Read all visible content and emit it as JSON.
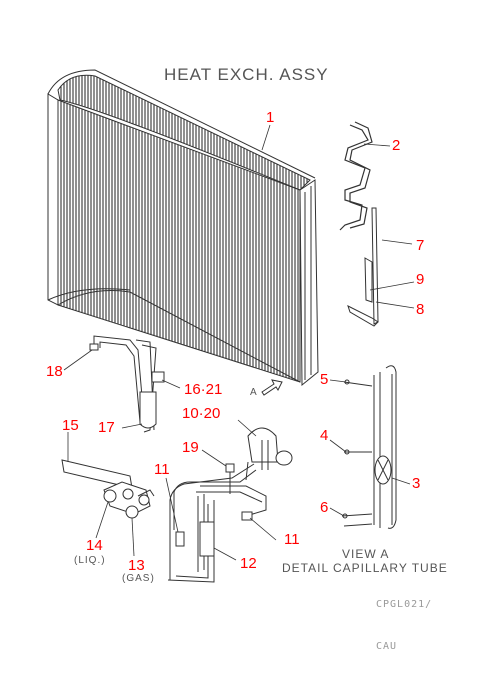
{
  "title": "HEAT EXCH. ASSY",
  "parts": {
    "p1": "1",
    "p2": "2",
    "p3": "3",
    "p4": "4",
    "p5": "5",
    "p6": "6",
    "p7": "7",
    "p8": "8",
    "p9": "9",
    "p10_20": "10·20",
    "p11a": "11",
    "p11b": "11",
    "p12": "12",
    "p13": "13",
    "p14": "14",
    "p15": "15",
    "p16_21": "16·21",
    "p17": "17",
    "p18": "18",
    "p19": "19"
  },
  "labels": {
    "view_arrow": "A",
    "liq": "(LIQ.)",
    "gas": "(GAS)",
    "view_title": "VIEW A",
    "view_subtitle": "DETAIL CAPILLARY TUBE"
  },
  "codes": {
    "drawing_no": "CPGL021/",
    "revision": "CAU"
  },
  "colors": {
    "callout": "#ff0000",
    "line": "#333333",
    "text": "#555555"
  }
}
